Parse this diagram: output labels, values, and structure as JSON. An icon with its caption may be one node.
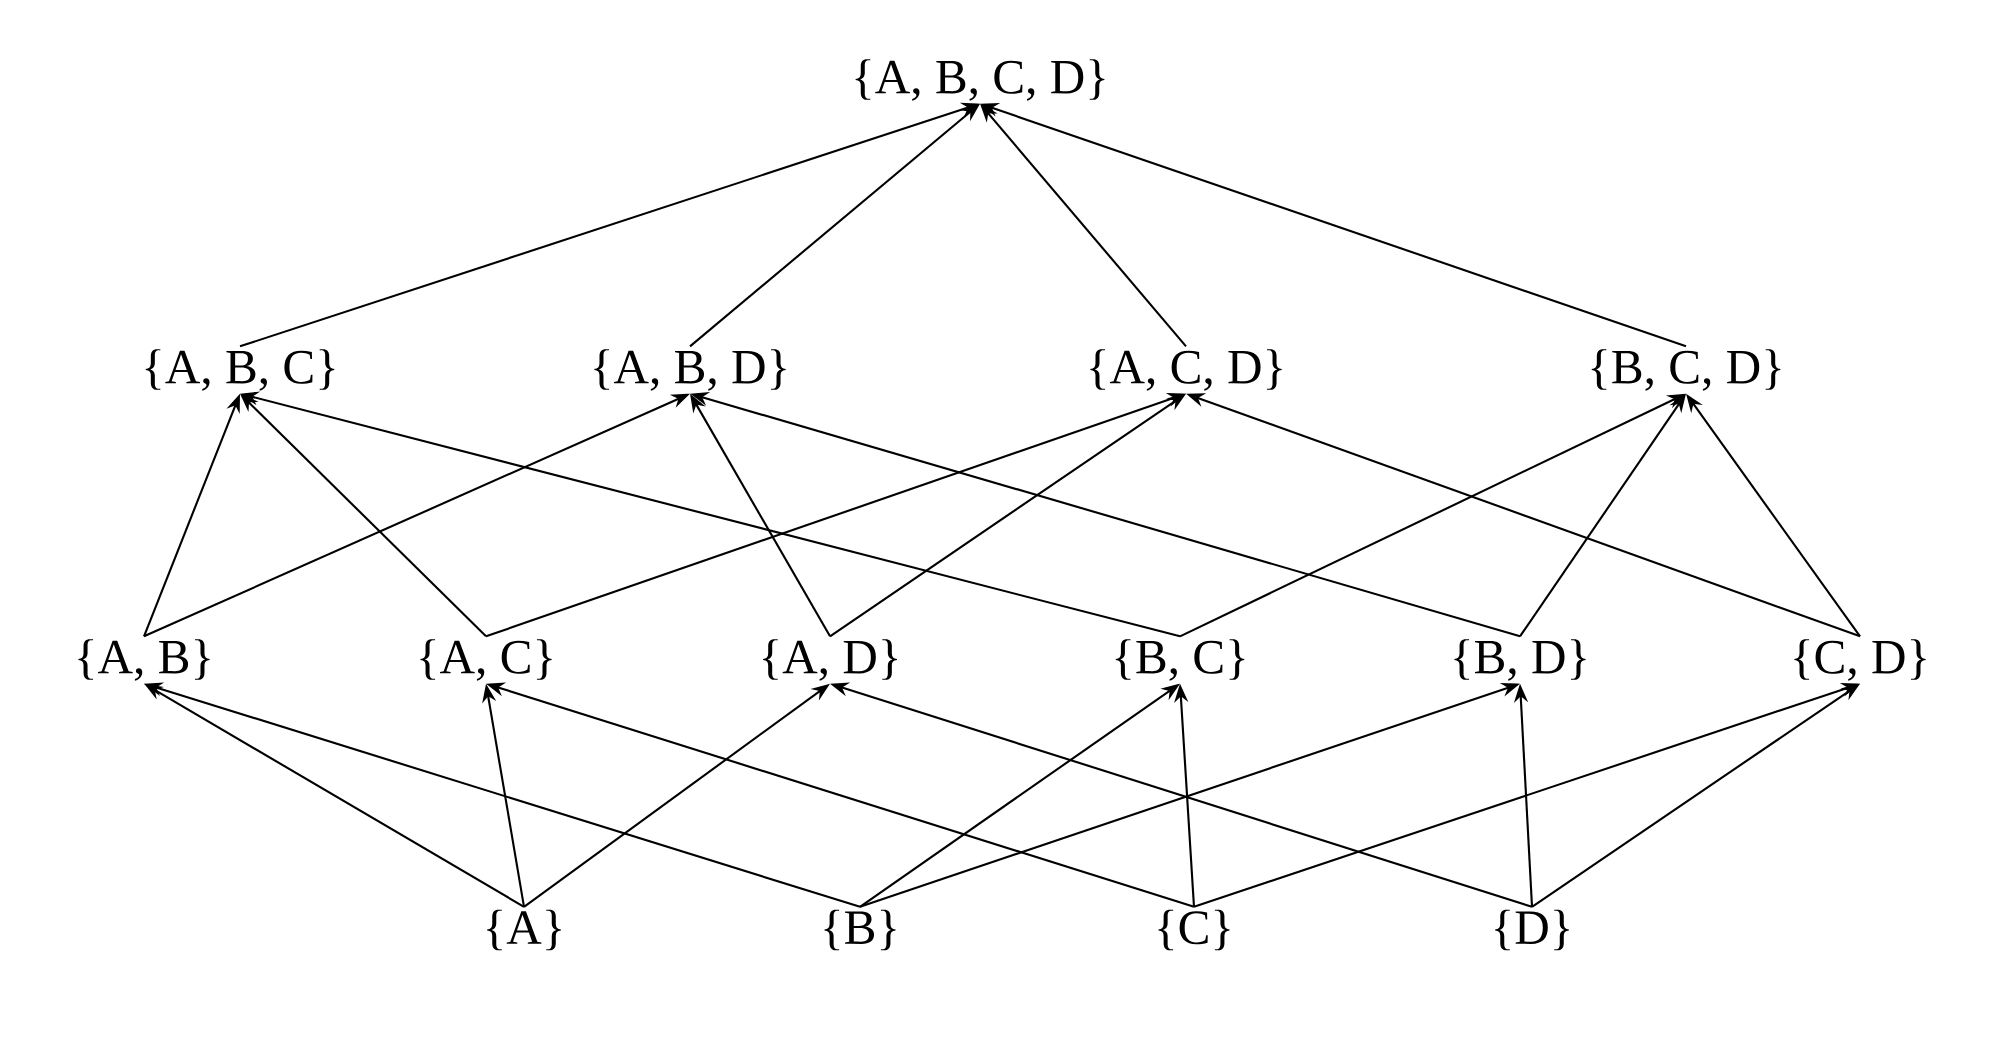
{
  "diagram": {
    "nodes": [
      {
        "text": [
          "{A, B, C, D}"
        ]
      },
      {
        "text": [
          "{A, B, C}"
        ]
      },
      {
        "text": [
          "{A, B, D}"
        ]
      },
      {
        "text": [
          "{A, C, D}"
        ]
      },
      {
        "text": [
          "{B, C, D}"
        ]
      },
      {
        "text": [
          "{A, B}"
        ]
      },
      {
        "text": [
          "{A, C}"
        ]
      },
      {
        "text": [
          "{A, D}"
        ]
      },
      {
        "text": [
          "{B, C}"
        ]
      },
      {
        "text": [
          "{B, D}"
        ]
      },
      {
        "text": [
          "{C, D}"
        ]
      },
      {
        "text": [
          "{A}"
        ]
      },
      {
        "text": [
          "{B}"
        ]
      },
      {
        "text": [
          "{C}"
        ]
      },
      {
        "text": [
          "{D}"
        ]
      }
    ],
    "edges": [
      {
        "from": 1,
        "to": 0,
        "arrow": "to"
      },
      {
        "from": 2,
        "to": 0,
        "arrow": "to"
      },
      {
        "from": 3,
        "to": 0,
        "arrow": "to"
      },
      {
        "from": 4,
        "to": 0,
        "arrow": "to"
      },
      {
        "from": 5,
        "to": 1,
        "arrow": "to"
      },
      {
        "from": 5,
        "to": 2,
        "arrow": "to"
      },
      {
        "from": 6,
        "to": 1,
        "arrow": "to"
      },
      {
        "from": 6,
        "to": 3,
        "arrow": "to"
      },
      {
        "from": 7,
        "to": 2,
        "arrow": "to"
      },
      {
        "from": 7,
        "to": 3,
        "arrow": "to"
      },
      {
        "from": 8,
        "to": 1,
        "arrow": "to"
      },
      {
        "from": 8,
        "to": 4,
        "arrow": "to"
      },
      {
        "from": 9,
        "to": 2,
        "arrow": "to"
      },
      {
        "from": 9,
        "to": 4,
        "arrow": "to"
      },
      {
        "from": 10,
        "to": 3,
        "arrow": "to"
      },
      {
        "from": 10,
        "to": 4,
        "arrow": "to"
      },
      {
        "from": 11,
        "to": 5,
        "arrow": "to"
      },
      {
        "from": 11,
        "to": 6,
        "arrow": "to"
      },
      {
        "from": 11,
        "to": 7,
        "arrow": "to"
      },
      {
        "from": 12,
        "to": 5,
        "arrow": "to"
      },
      {
        "from": 12,
        "to": 8,
        "arrow": "to"
      },
      {
        "from": 12,
        "to": 9,
        "arrow": "to"
      },
      {
        "from": 13,
        "to": 6,
        "arrow": "to"
      },
      {
        "from": 13,
        "to": 8,
        "arrow": "to"
      },
      {
        "from": 13,
        "to": 10,
        "arrow": "to"
      },
      {
        "from": 14,
        "to": 7,
        "arrow": "to"
      },
      {
        "from": 14,
        "to": 9,
        "arrow": "to"
      },
      {
        "from": 14,
        "to": 10,
        "arrow": "to"
      }
    ]
  }
}
